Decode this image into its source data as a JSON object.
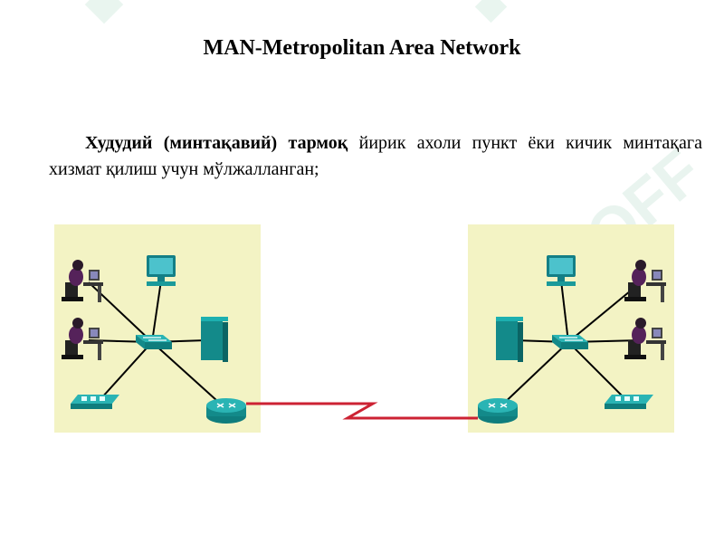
{
  "title": "MAN-Metropolitan Area Network",
  "paragraph": {
    "term": "Худудий (минтақавий) тармоқ",
    "text": " йирик ахоли пункт ёки кичик минтақага хизмат қилиш учун мўлжалланган;"
  },
  "watermark": "SOFF",
  "colors": {
    "panel": "#f3f3c4",
    "device": "#1a9a9a",
    "link": "#cc2233",
    "line": "#000000"
  },
  "icons": {
    "user": "person-at-computer-icon",
    "monitor": "desktop-computer-icon",
    "server": "server-icon",
    "switch": "switch-icon",
    "router": "router-icon",
    "ip_phone": "ip-phone-icon"
  }
}
